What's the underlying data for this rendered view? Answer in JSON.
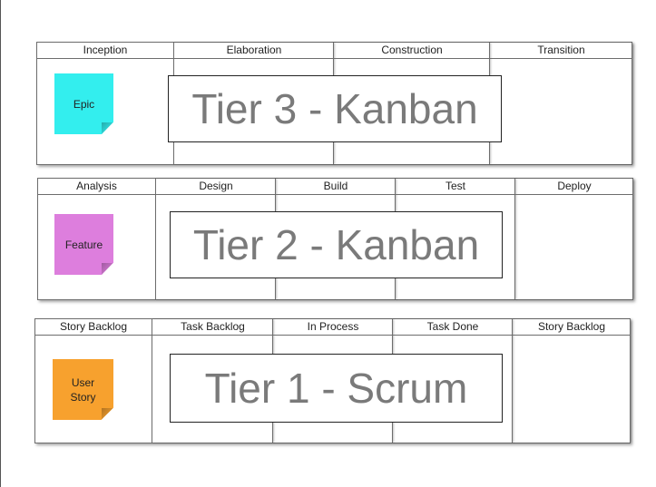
{
  "tiers": [
    {
      "title": "Tier 3 - Kanban",
      "columns": [
        "Inception",
        "Elaboration",
        "Construction",
        "Transition"
      ],
      "card": {
        "label": "Epic",
        "color": "#33eeee"
      }
    },
    {
      "title": "Tier 2 - Kanban",
      "columns": [
        "Analysis",
        "Design",
        "Build",
        "Test",
        "Deploy"
      ],
      "card": {
        "label": "Feature",
        "color": "#dd7edd"
      }
    },
    {
      "title": "Tier 1 - Scrum",
      "columns": [
        "Story Backlog",
        "Task Backlog",
        "In Process",
        "Task Done",
        "Story Backlog"
      ],
      "card": {
        "label": "User Story",
        "color": "#f7a12e"
      }
    }
  ]
}
